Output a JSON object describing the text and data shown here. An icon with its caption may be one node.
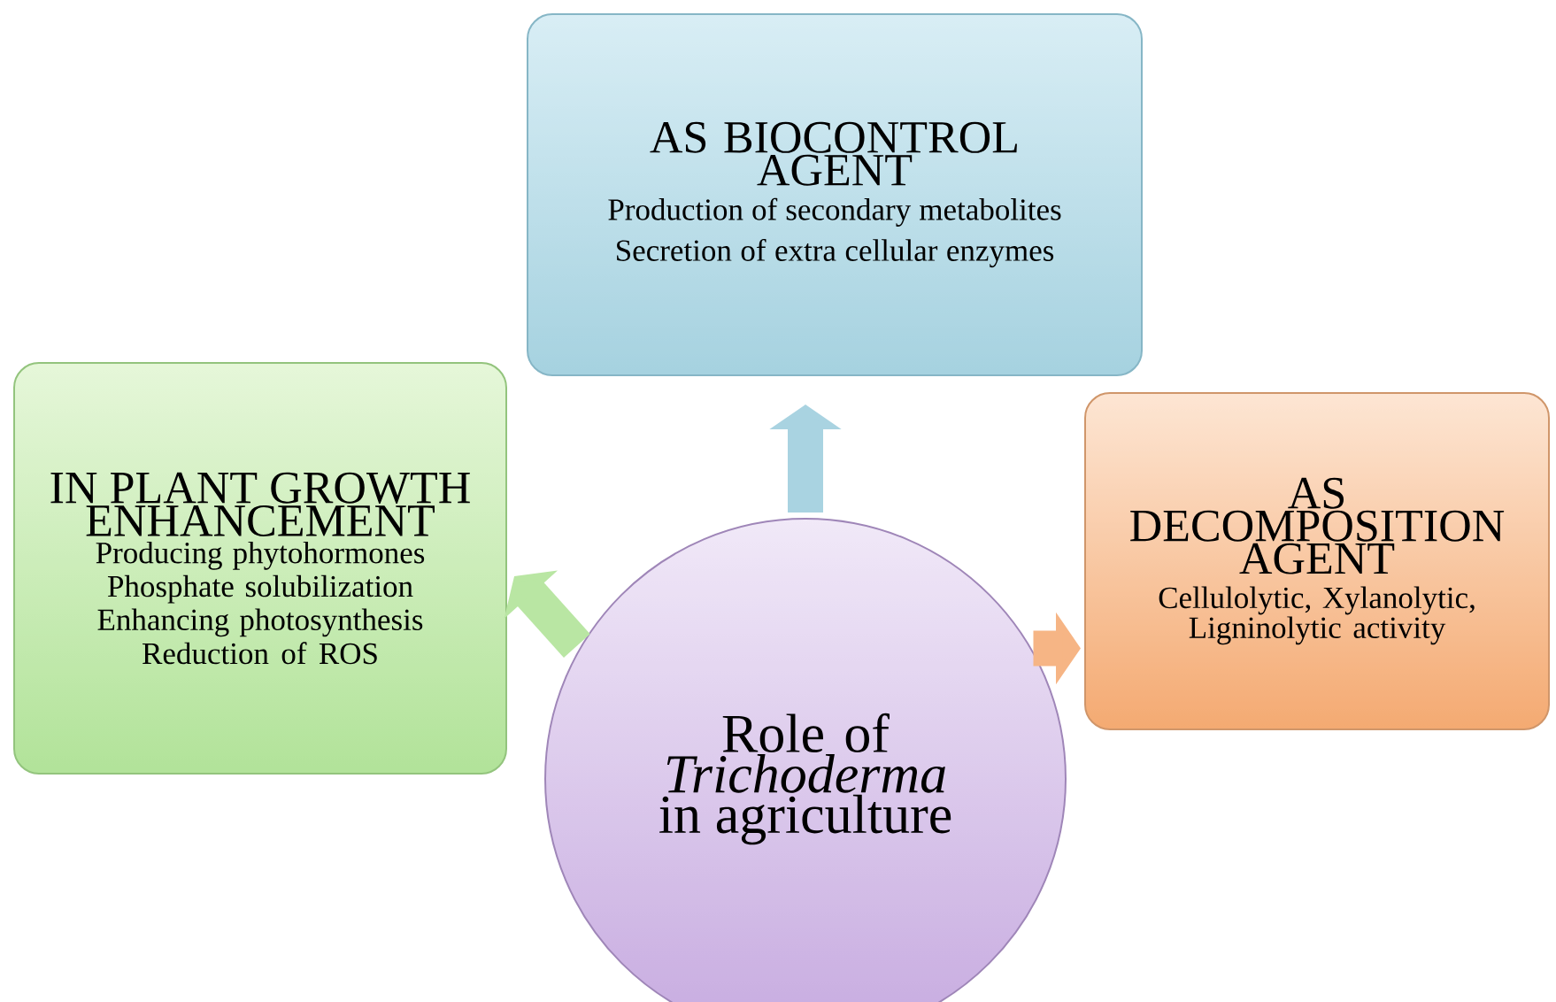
{
  "diagram": {
    "nodes": [
      {
        "text": [
          "AS BIOCONTROL AGENT",
          "Production of secondary metabolites",
          "Secretion of extra cellular enzymes"
        ]
      },
      {
        "text": [
          "IN PLANT GROWTH ENHANCEMENT",
          "Producing phytohormones",
          "Phosphate solubilization",
          "Enhancing photosynthesis",
          "Reduction of ROS"
        ]
      },
      {
        "text": [
          "AS DECOMPOSITION AGENT",
          "Cellulolytic, Xylanolytic, Ligninolytic activity"
        ]
      },
      {
        "text": [
          "Role of *Trichoderma* in agriculture"
        ]
      }
    ],
    "edges": [
      {
        "from": 3,
        "to": 0,
        "arrow": "to",
        "color": "#a9d3e1"
      },
      {
        "from": 3,
        "to": 1,
        "arrow": "to",
        "color": "#b9e6a3"
      },
      {
        "from": 3,
        "to": 2,
        "arrow": "to",
        "color": "#f6b585"
      }
    ]
  }
}
